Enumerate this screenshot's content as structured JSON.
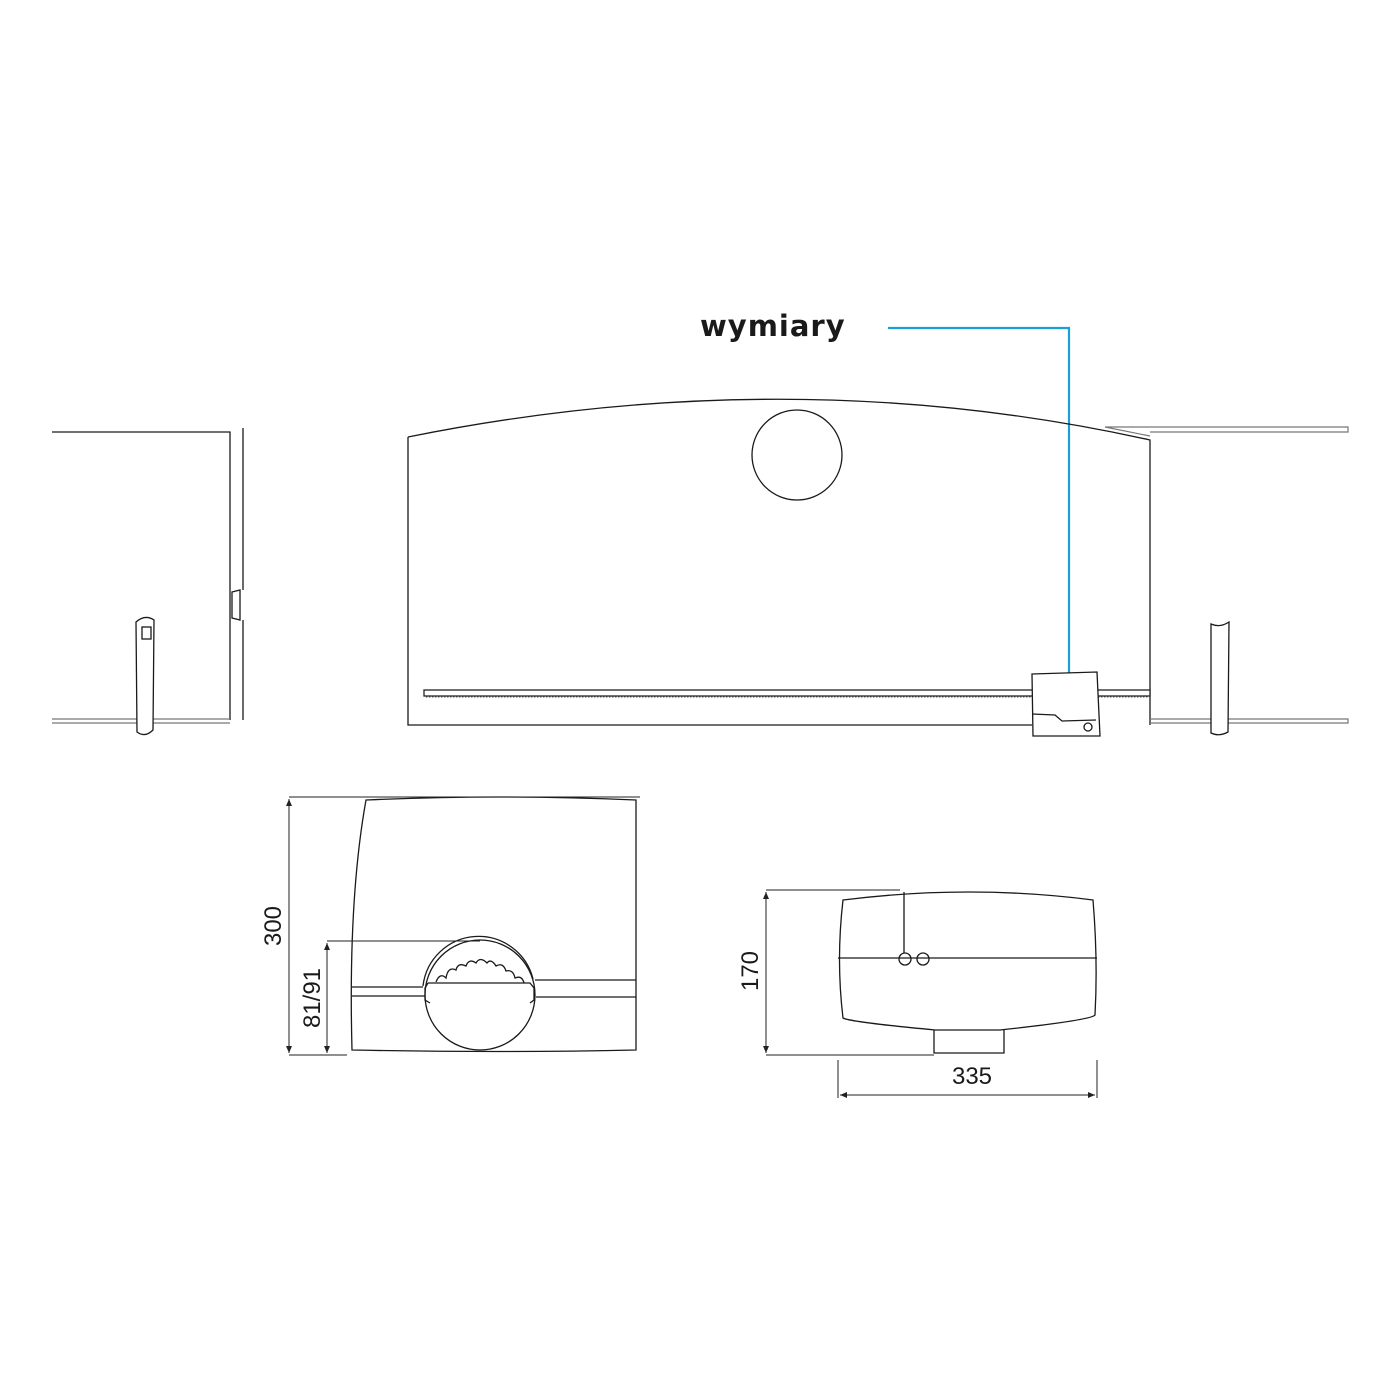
{
  "title": "wymiary",
  "accent_color": "#1a9fd6",
  "dimensions": {
    "height_total": "300",
    "pinion_height": "81/91",
    "depth": "170",
    "width": "335"
  }
}
